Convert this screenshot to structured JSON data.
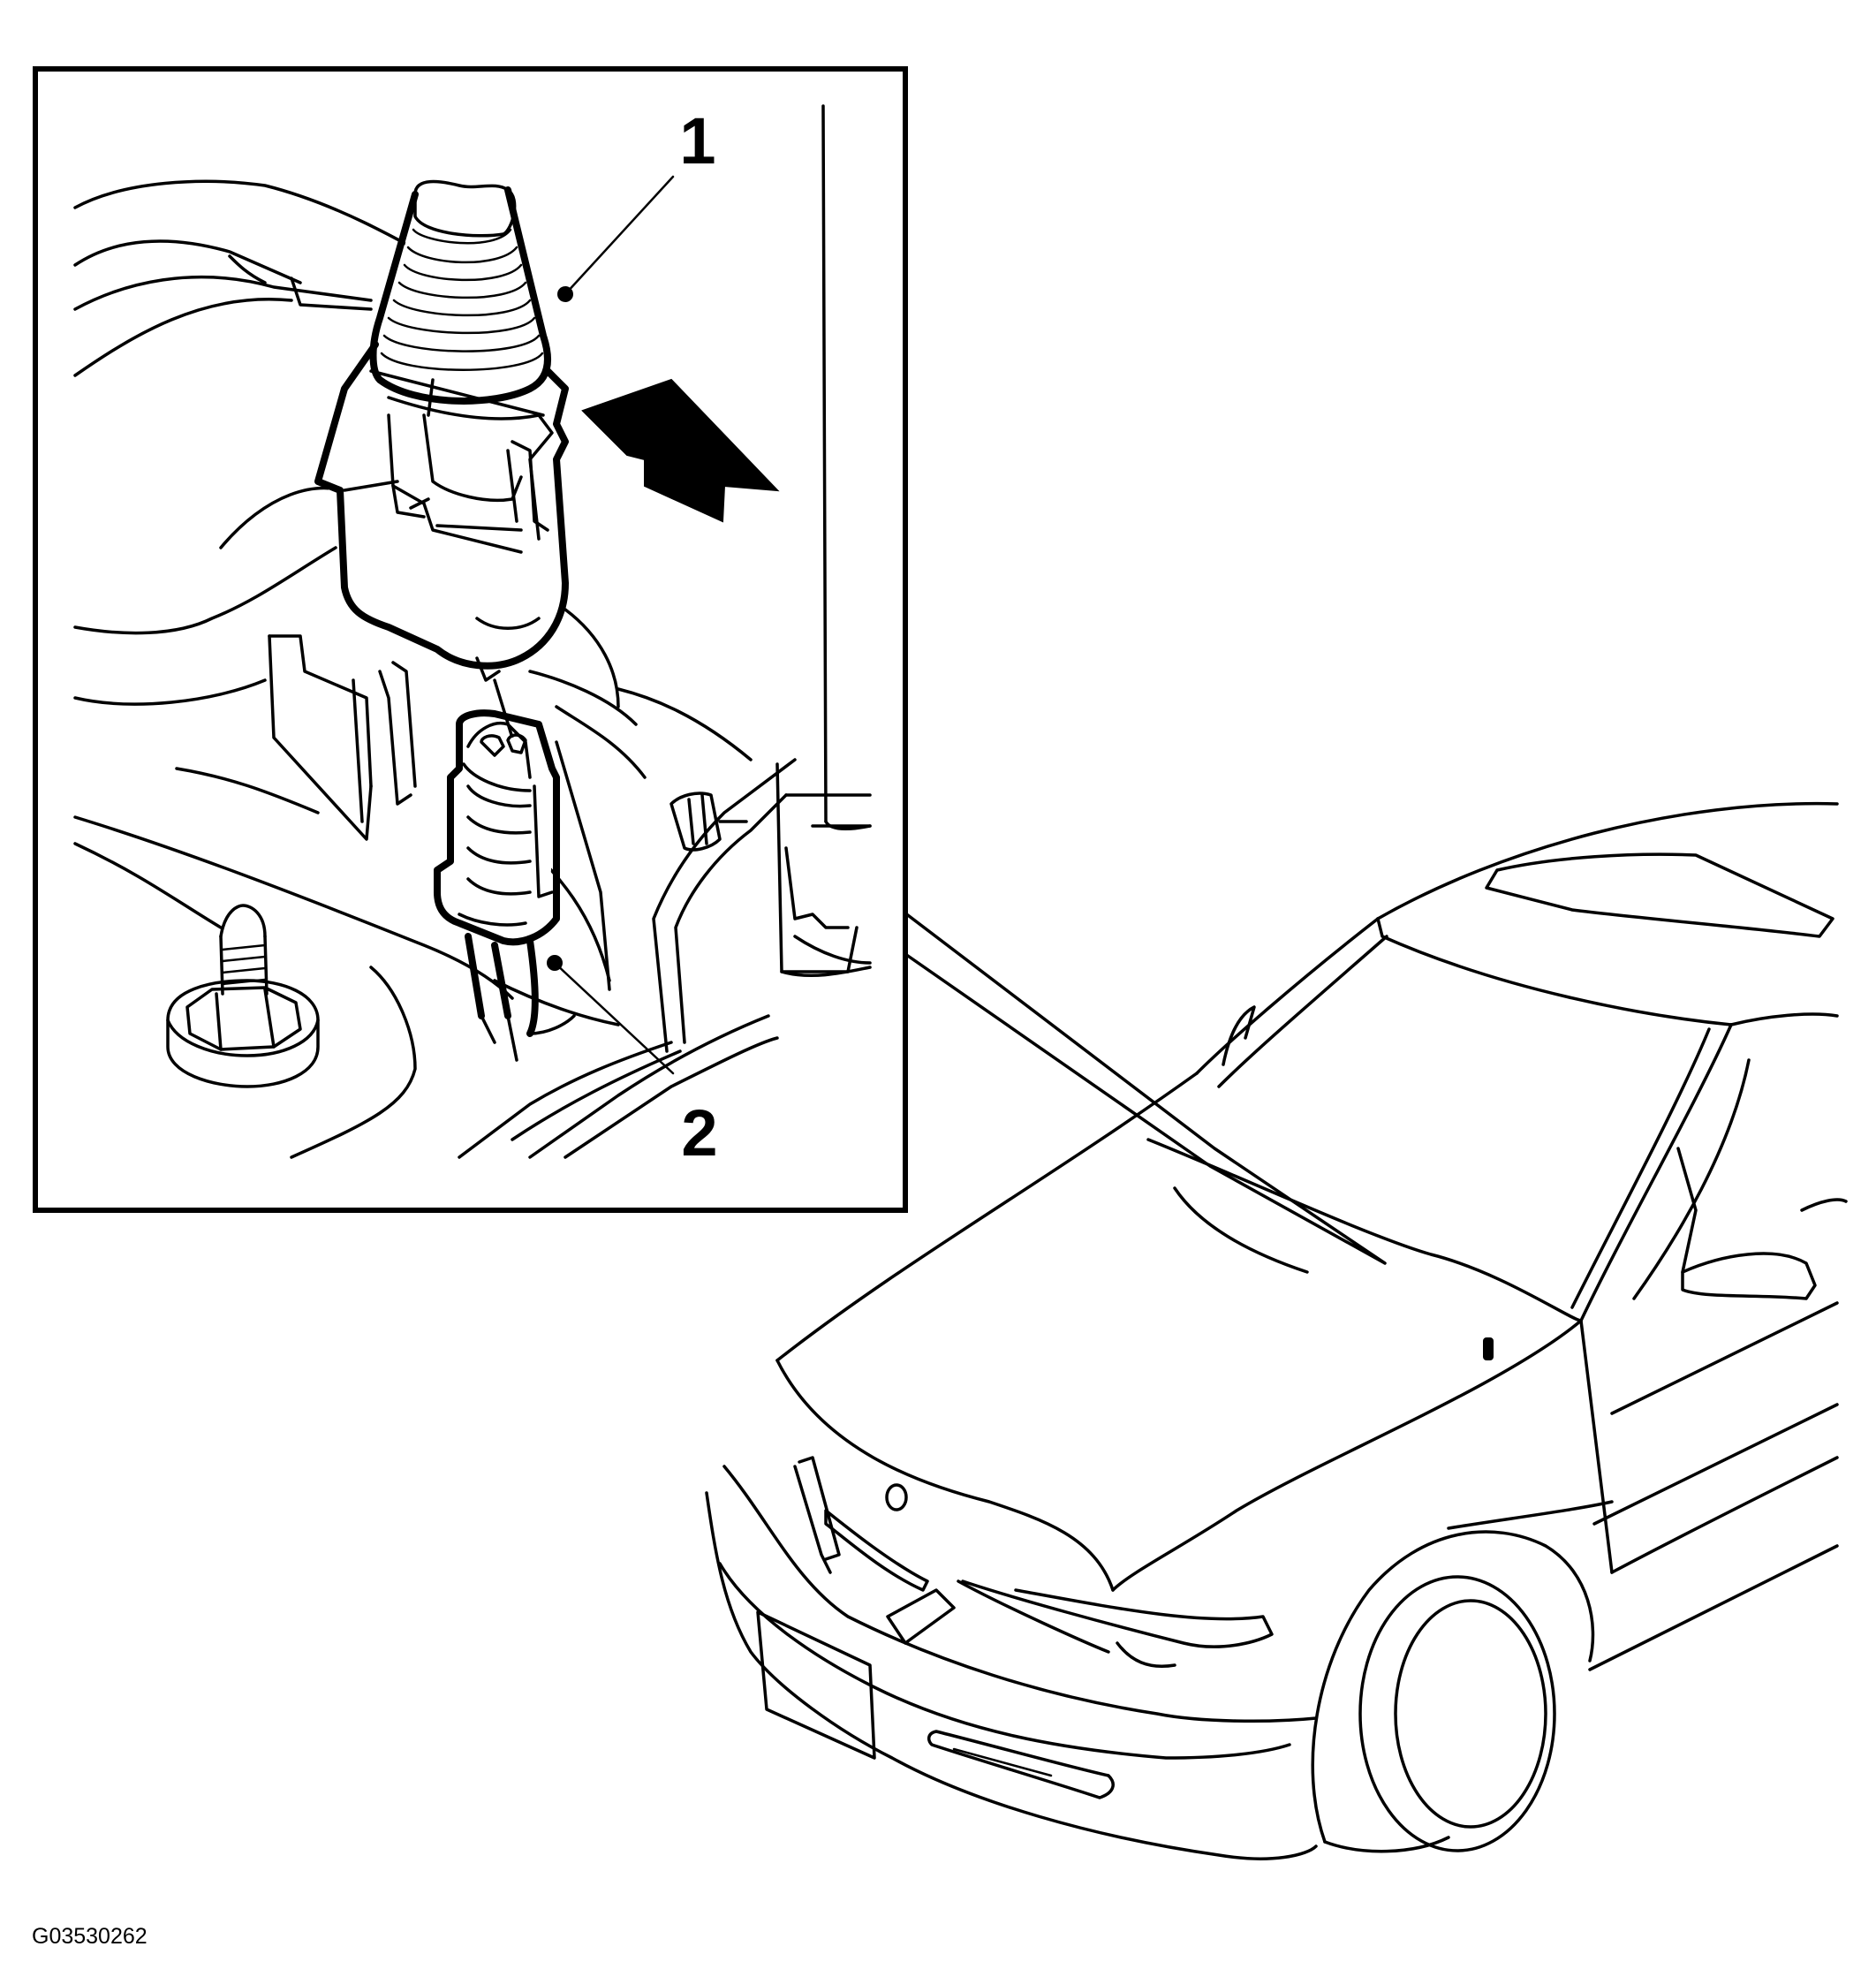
{
  "callouts": [
    {
      "label": "1"
    },
    {
      "label": "2"
    }
  ],
  "figure_code": "G03530262"
}
